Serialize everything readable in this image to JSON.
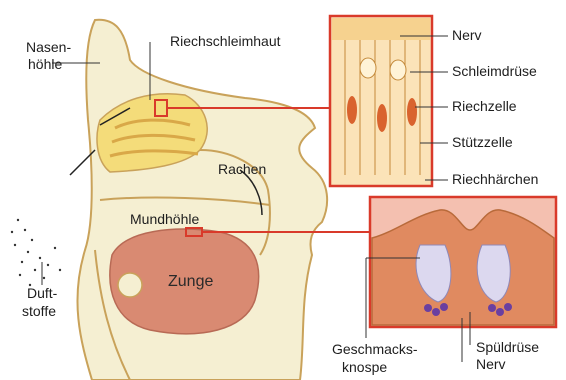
{
  "labels": {
    "nasenhoehle_1": "Nasen-",
    "nasenhoehle_2": "höhle",
    "riechschleimhaut": "Riechschleimhaut",
    "rachen": "Rachen",
    "mundhoehle": "Mundhöhle",
    "zunge": "Zunge",
    "duftstoffe_1": "Duft-",
    "duftstoffe_2": "stoffe",
    "nerv_top": "Nerv",
    "schleimdruese": "Schleimdrüse",
    "riechzelle": "Riechzelle",
    "stuetzzelle": "Stützzelle",
    "riechhaerchen": "Riechhärchen",
    "geschmacksknospe_1": "Geschmacks-",
    "geschmacksknospe_2": "knospe",
    "spueldruese": "Spüldrüse",
    "nerv_bottom": "Nerv"
  },
  "colors": {
    "head_fill": "#f5efd2",
    "outline": "#c9a25a",
    "cavity_yellow": "#f4dc7a",
    "tongue": "#d98a72",
    "tongue_inner": "#c96e58",
    "callout_line": "#d93a2a",
    "olfactory_bg": "#fbe3b8",
    "riechzelle_body": "#d9632e",
    "taste_bg": "#f4c0b0",
    "taste_tissue": "#e08a60",
    "bud_purple": "#6a3fa0"
  }
}
